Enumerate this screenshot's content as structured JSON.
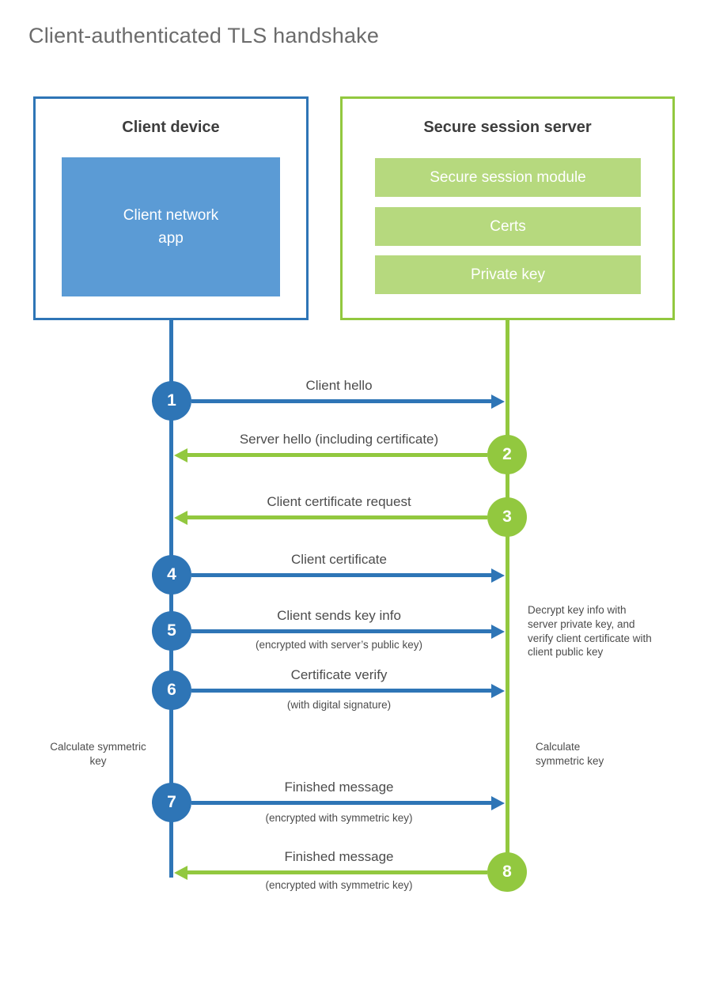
{
  "title": "Client-authenticated TLS handshake",
  "colors": {
    "client_blue": "#2e75b6",
    "client_blue_fill": "#5b9bd5",
    "server_green": "#92c83f",
    "server_green_fill": "#b6d97e",
    "title_gray": "#6b6b6b",
    "label_gray": "#4c4c4c"
  },
  "client_box": {
    "title": "Client device",
    "app_label": "Client network\napp"
  },
  "server_box": {
    "title": "Secure session server",
    "modules": [
      "Secure session module",
      "Certs",
      "Private key"
    ]
  },
  "flows": [
    {
      "num": "1",
      "direction": "client-to-server",
      "label": "Client hello",
      "sub": ""
    },
    {
      "num": "2",
      "direction": "server-to-client",
      "label": "Server hello (including certificate)",
      "sub": ""
    },
    {
      "num": "3",
      "direction": "server-to-client",
      "label": "Client certificate request",
      "sub": ""
    },
    {
      "num": "4",
      "direction": "client-to-server",
      "label": "Client certificate",
      "sub": ""
    },
    {
      "num": "5",
      "direction": "client-to-server",
      "label": "Client sends key info",
      "sub": "(encrypted with server’s public key)"
    },
    {
      "num": "6",
      "direction": "client-to-server",
      "label": "Certificate verify",
      "sub": "(with digital signature)"
    },
    {
      "num": "7",
      "direction": "client-to-server",
      "label": "Finished message",
      "sub": "(encrypted with symmetric key)"
    },
    {
      "num": "8",
      "direction": "server-to-client",
      "label": "Finished message",
      "sub": "(encrypted with symmetric key)"
    }
  ],
  "notes": {
    "client_calculate": "Calculate symmetric key",
    "server_calculate": "Calculate symmetric key",
    "decrypt": "Decrypt key info with server private key, and verify client certificate with client public key"
  }
}
